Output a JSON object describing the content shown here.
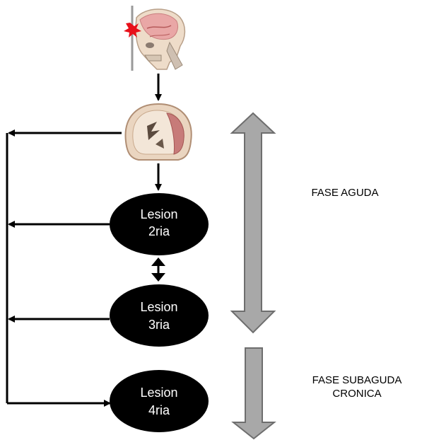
{
  "nodes": [
    {
      "id": "lesion-2",
      "line1": "Lesion",
      "line2": "2ria"
    },
    {
      "id": "lesion-3",
      "line1": "Lesion",
      "line2": "3ria"
    },
    {
      "id": "lesion-4",
      "line1": "Lesion",
      "line2": "4ria"
    }
  ],
  "phases": {
    "acute": "FASE AGUDA",
    "subacute_line1": "FASE SUBAGUDA",
    "subacute_line2": "CRONICA"
  },
  "illustrations": {
    "top": "head-trauma-skull-icon",
    "second": "brain-coronal-section-icon"
  },
  "colors": {
    "node_fill": "#000000",
    "node_text": "#ffffff",
    "phase_arrow": "#a8a8a8",
    "phase_arrow_stroke": "#6e6e6e",
    "impact": "#e8101a"
  }
}
